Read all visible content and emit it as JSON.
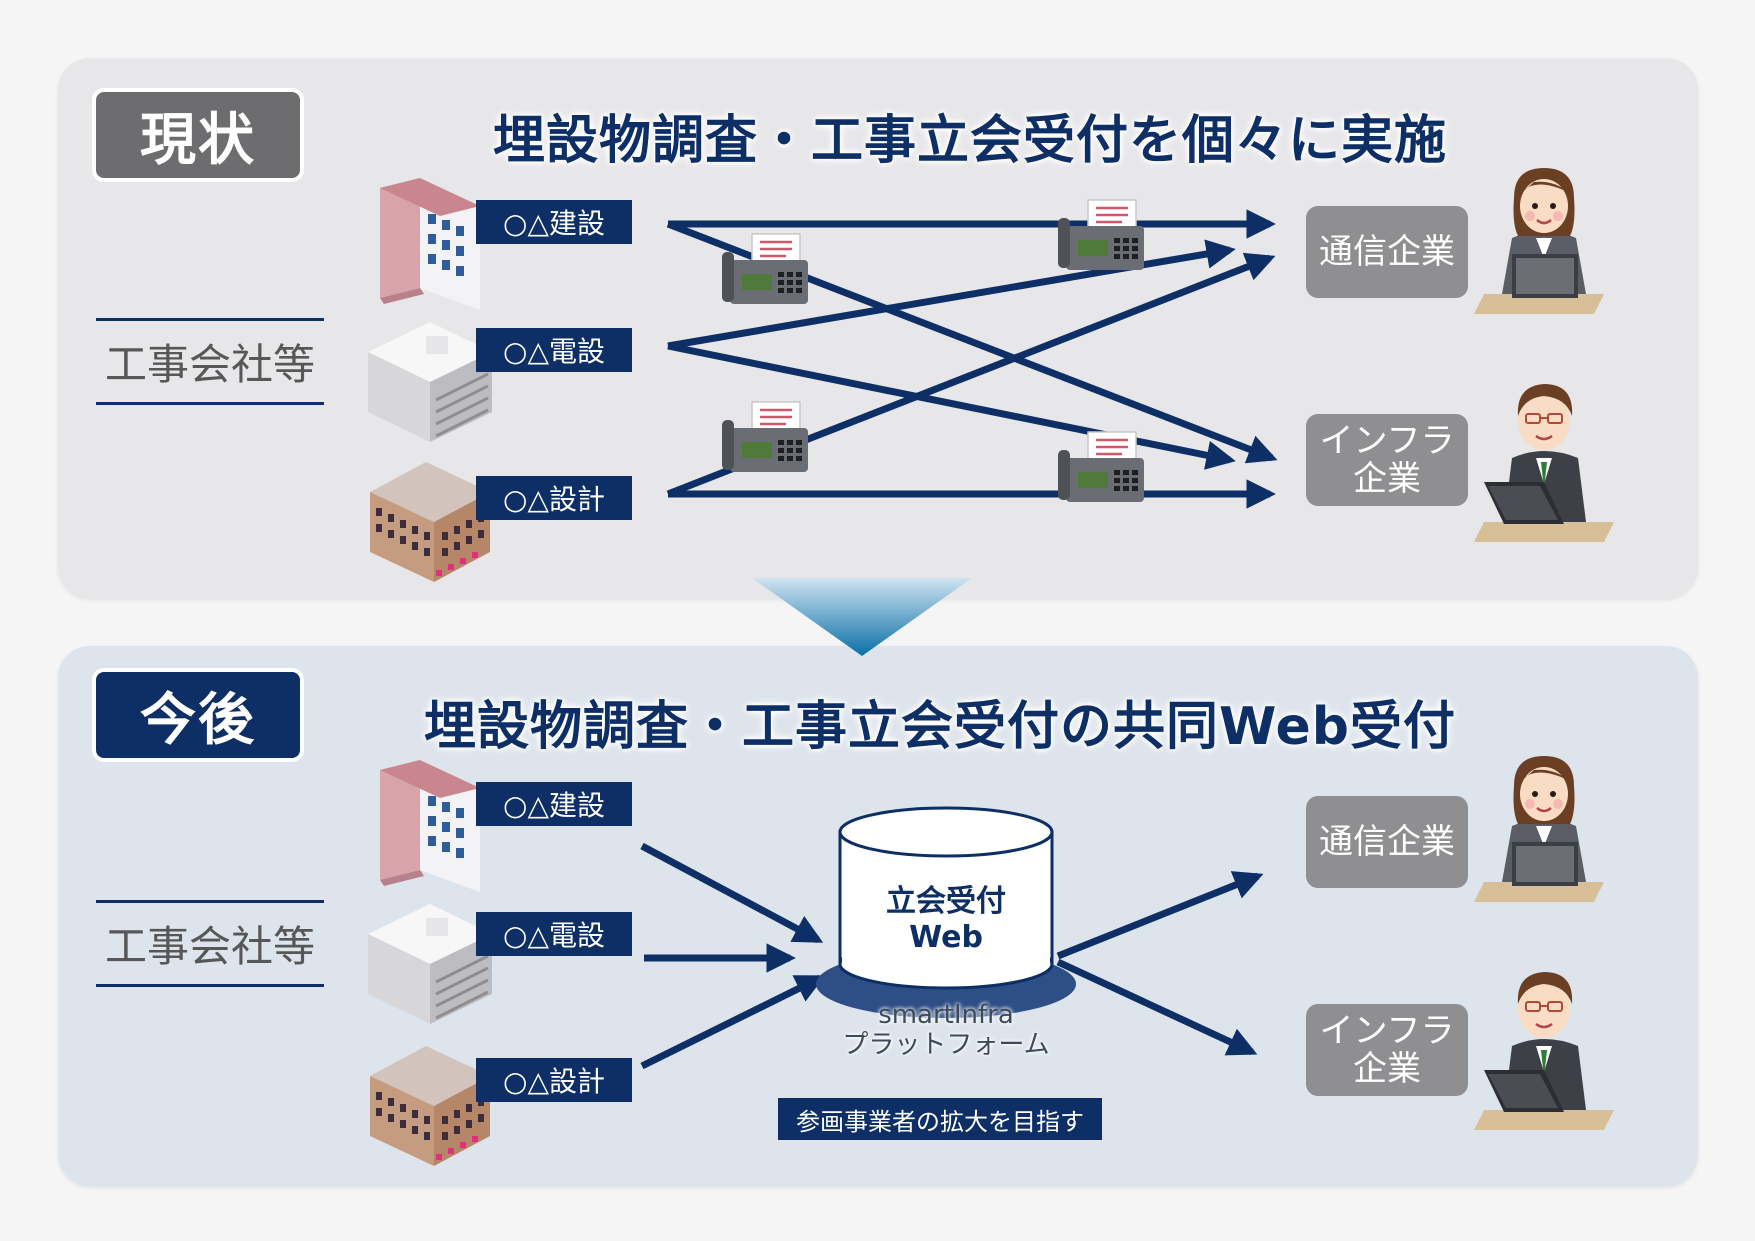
{
  "current": {
    "tag": "現状",
    "headline": "埋設物調査・工事立会受付を個々に実施",
    "group_label": "工事会社等",
    "firms": [
      "○△建設",
      "○△電設",
      "○△設計"
    ],
    "recipients": {
      "telecom": "通信企業",
      "infra_line1": "インフラ",
      "infra_line2": "企業"
    }
  },
  "future": {
    "tag": "今後",
    "headline": "埋設物調査・工事立会受付の共同Web受付",
    "group_label": "工事会社等",
    "firms": [
      "○△建設",
      "○△電設",
      "○△設計"
    ],
    "platform": {
      "title_line1": "立会受付",
      "title_line2": "Web",
      "caption_line1": "smartInfra",
      "caption_line2": "プラットフォーム"
    },
    "goal": "参画事業者の拡大を目指す",
    "recipients": {
      "telecom": "通信企業",
      "infra_line1": "インフラ",
      "infra_line2": "企業"
    }
  },
  "icons": [
    "building-pink-icon",
    "building-gray-icon",
    "building-brick-icon",
    "fax-machine-icon",
    "office-worker-icon",
    "database-icon",
    "arrow-icon"
  ],
  "colors": {
    "navy": "#0d2f66",
    "gray_tag": "#6d6d6f",
    "recipient_gray": "#8f8f91",
    "panel_current": "#e7e7ea",
    "panel_future": "#dde4ec"
  }
}
